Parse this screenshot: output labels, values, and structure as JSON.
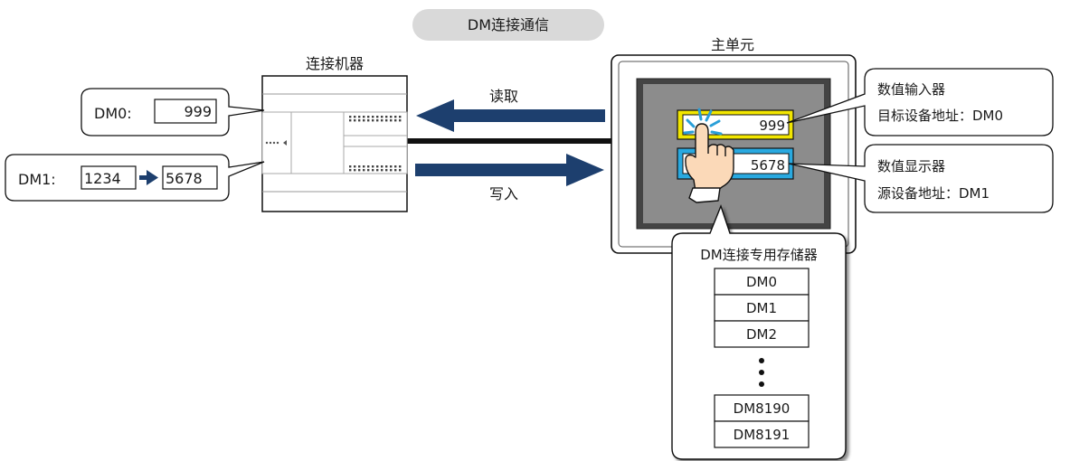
{
  "title_pill": "DM连接通信",
  "device": {
    "label": "连接机器"
  },
  "main_unit": {
    "label": "主单元"
  },
  "callout_dm0": {
    "name": "DM0:",
    "value": "999"
  },
  "callout_dm1": {
    "name": "DM1:",
    "old_value": "1234",
    "new_value": "5678"
  },
  "arrows": {
    "read_label": "读取",
    "write_label": "写入"
  },
  "screen": {
    "input_value": "999",
    "display_value": "5678"
  },
  "input_callout": {
    "line1": "数值输入器",
    "line2": "目标设备地址：DM0"
  },
  "display_callout": {
    "line1": "数值显示器",
    "line2": "源设备地址：DM1"
  },
  "memory": {
    "title": "DM连接专用存储器",
    "cells": [
      "DM0",
      "DM1",
      "DM2"
    ],
    "tail_cells": [
      "DM8190",
      "DM8191"
    ]
  },
  "colors": {
    "arrow": "#1d3f6e",
    "input_frame": "#f2e600",
    "display_frame": "#29a9e0",
    "screen_bg": "#8c8c8c",
    "pill_bg": "#d9d9d9"
  }
}
